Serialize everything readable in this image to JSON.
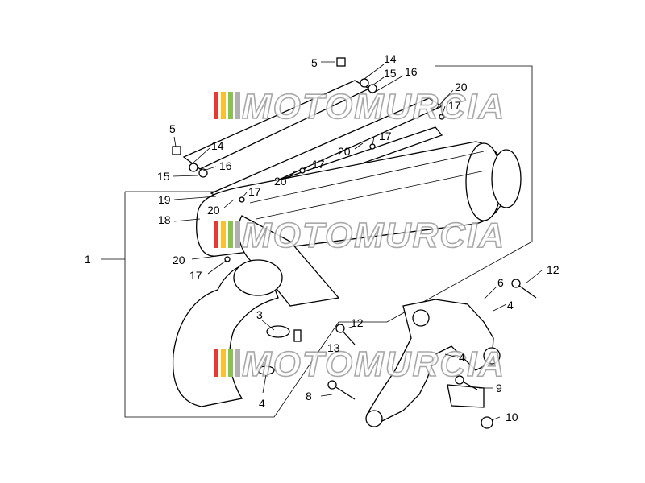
{
  "watermark": {
    "text": "MOTOMURCIA",
    "stripe_colors": [
      "#e53935",
      "#fbc02d",
      "#8bc34a",
      "#b0b0b0"
    ]
  },
  "callouts": {
    "c1": "1",
    "c3": "3",
    "c4a": "4",
    "c4b": "4",
    "c4c": "4",
    "c5a": "5",
    "c5b": "5",
    "c6": "6",
    "c8": "8",
    "c9": "9",
    "c10": "10",
    "c12a": "12",
    "c12b": "12",
    "c13": "13",
    "c14a": "14",
    "c14b": "14",
    "c15a": "15",
    "c15b": "15",
    "c16a": "16",
    "c16b": "16",
    "c17a": "17",
    "c17b": "17",
    "c17c": "17",
    "c17d": "17",
    "c17e": "17",
    "c18": "18",
    "c19": "19",
    "c20a": "20",
    "c20b": "20",
    "c20c": "20",
    "c20d": "20",
    "c20e": "20"
  }
}
